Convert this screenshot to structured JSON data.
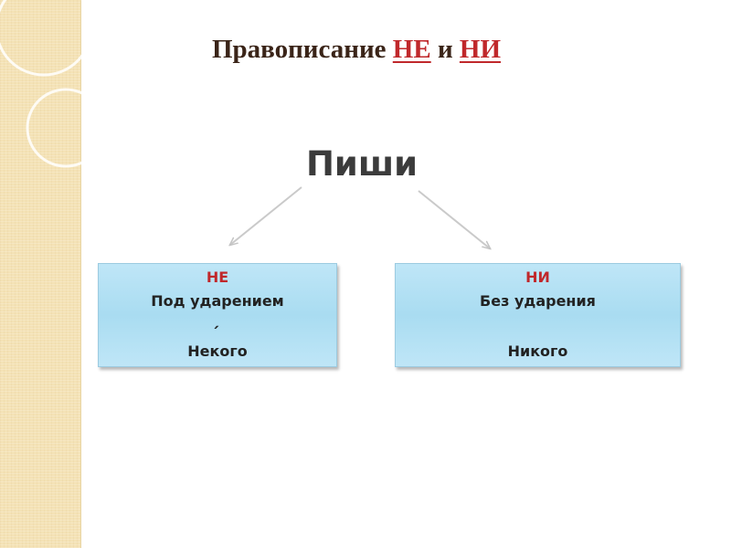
{
  "title": {
    "prefix": "Правописание ",
    "ne": "НЕ",
    "conj": " и ",
    "ni": "НИ"
  },
  "root": {
    "label": "Пиши"
  },
  "boxes": [
    {
      "head": "НЕ",
      "description": "Под ударением",
      "stress_mark": "´",
      "example": "Некого"
    },
    {
      "head": "НИ",
      "description": "Без ударения",
      "example": "Никого"
    }
  ],
  "colors": {
    "accent_red": "#c0282b",
    "box_fill": "#a9dcf1",
    "strip": "#f4e2b5",
    "arrow": "#c9c9c9"
  }
}
